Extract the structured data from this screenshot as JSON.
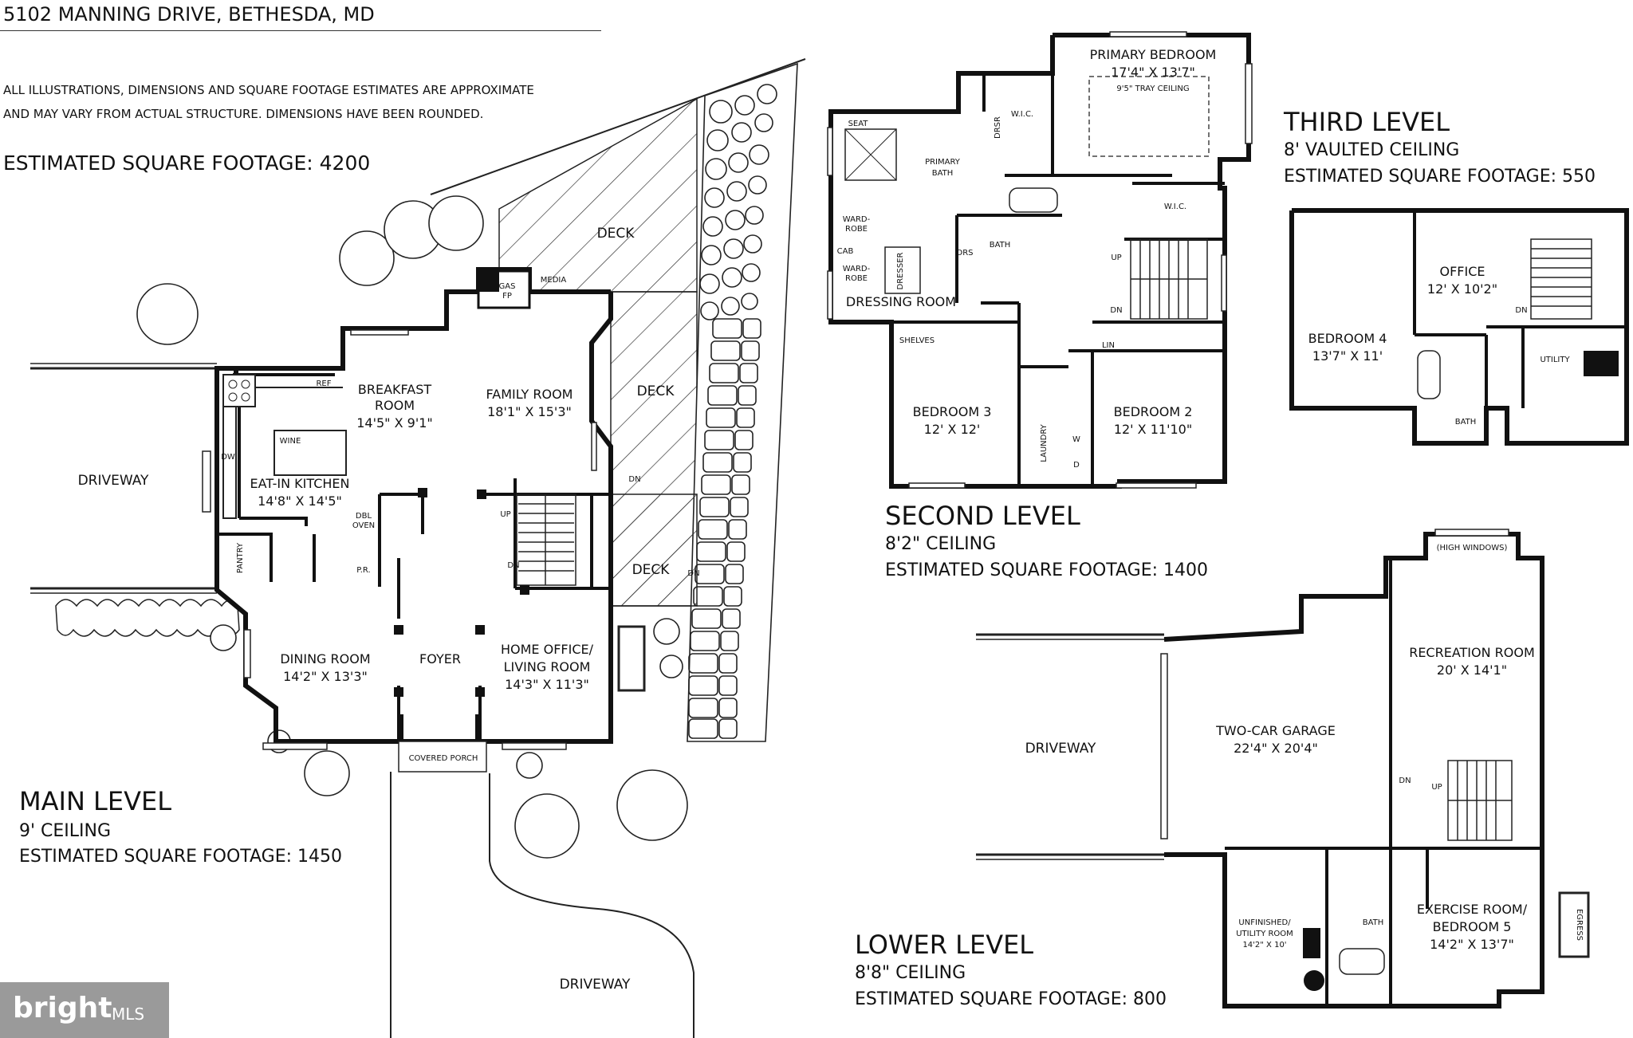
{
  "header": {
    "address": "5102 MANNING DRIVE, BETHESDA, MD",
    "disclaimer_line1": "ALL ILLUSTRATIONS, DIMENSIONS AND SQUARE FOOTAGE ESTIMATES ARE APPROXIMATE",
    "disclaimer_line2": "AND MAY VARY FROM ACTUAL STRUCTURE. DIMENSIONS HAVE BEEN ROUNDED.",
    "total_sqft": "ESTIMATED SQUARE FOOTAGE: 4200"
  },
  "levels": {
    "main": {
      "title": "MAIN LEVEL",
      "ceiling": "9' CEILING",
      "sqft": "ESTIMATED SQUARE FOOTAGE: 1450"
    },
    "second": {
      "title": "SECOND LEVEL",
      "ceiling": "8'2\" CEILING",
      "sqft": "ESTIMATED SQUARE FOOTAGE: 1400"
    },
    "third": {
      "title": "THIRD LEVEL",
      "ceiling": "8' VAULTED CEILING",
      "sqft": "ESTIMATED SQUARE FOOTAGE: 550"
    },
    "lower": {
      "title": "LOWER LEVEL",
      "ceiling": "8'8\" CEILING",
      "sqft": "ESTIMATED SQUARE FOOTAGE: 800"
    }
  },
  "main_rooms": {
    "breakfast": "BREAKFAST",
    "breakfast2": "ROOM",
    "breakfast_dim": "14'5\" X 9'1\"",
    "family": "FAMILY ROOM",
    "family_dim": "18'1\" X 15'3\"",
    "kitchen": "EAT-IN KITCHEN",
    "kitchen_dim": "14'8\" X 14'5\"",
    "dining": "DINING ROOM",
    "dining_dim": "14'2\" X 13'3\"",
    "foyer": "FOYER",
    "office": "HOME OFFICE/",
    "office2": "LIVING ROOM",
    "office_dim": "14'3\" X 11'3\"",
    "porch": "COVERED PORCH",
    "pantry": "PANTRY",
    "pr": "P.R.",
    "ref": "REF",
    "wine": "WINE",
    "dw": "DW",
    "dbl": "DBL",
    "oven": "OVEN",
    "gas": "GAS",
    "fp": "FP",
    "media": "MEDIA",
    "up": "UP",
    "dn": "DN",
    "driveway": "DRIVEWAY",
    "deck": "DECK"
  },
  "second_rooms": {
    "primary": "PRIMARY BEDROOM",
    "primary_dim": "17'4\" X 13'7\"",
    "tray": "9'5\" TRAY CEILING",
    "primary_bath": "PRIMARY",
    "primary_bath2": "BATH",
    "seat": "SEAT",
    "wic": "W.I.C.",
    "drsr": "DRSR",
    "drs": "DRS",
    "bath": "BATH",
    "cab": "CAB",
    "wardrobe": "WARD-",
    "wardrobe2": "ROBE",
    "dresser": "DRESSER",
    "dressing": "DRESSING ROOM",
    "shelves": "SHELVES",
    "bedroom3": "BEDROOM 3",
    "bedroom3_dim": "12' X 12'",
    "bedroom2": "BEDROOM 2",
    "bedroom2_dim": "12' X 11'10\"",
    "laundry": "LAUNDRY",
    "lin": "LIN",
    "w": "W",
    "d": "D",
    "up": "UP",
    "dn": "DN"
  },
  "third_rooms": {
    "office": "OFFICE",
    "office_dim": "12' X 10'2\"",
    "bedroom4": "BEDROOM 4",
    "bedroom4_dim": "13'7\" X 11'",
    "utility": "UTILITY",
    "bath": "BATH",
    "dn": "DN"
  },
  "lower_rooms": {
    "high_windows": "(HIGH WINDOWS)",
    "recreation": "RECREATION ROOM",
    "recreation_dim": "20' X 14'1\"",
    "garage": "TWO-CAR GARAGE",
    "garage_dim": "22'4\" X 20'4\"",
    "driveway": "DRIVEWAY",
    "unfinished": "UNFINISHED/",
    "unfinished2": "UTILITY ROOM",
    "unfinished_dim": "14'2\" X 10'",
    "bath": "BATH",
    "exercise": "EXERCISE ROOM/",
    "exercise2": "BEDROOM 5",
    "exercise_dim": "14'2\" X 13'7\"",
    "egress": "EGRESS",
    "up": "UP",
    "dn": "DN"
  },
  "watermark": {
    "brand": "bright",
    "suffix": "MLS"
  }
}
